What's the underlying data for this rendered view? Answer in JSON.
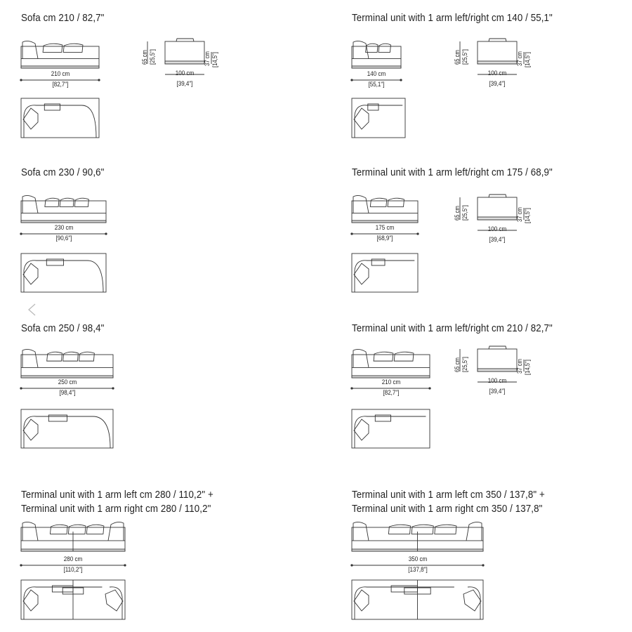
{
  "sections": [
    {
      "title": [
        "Sofa cm 210 / 82,7\""
      ],
      "width_cm": "210 cm",
      "width_in": "[82,7\"]",
      "depth_cm": "100 cm",
      "depth_in": "[39,4\"]",
      "height_cm": "65 cm",
      "height_in": "[25,5\"]",
      "seat_cm": "37 cm",
      "seat_in": "[14,5\"]"
    },
    {
      "title": [
        "Sofa cm 230 / 90,6\""
      ],
      "width_cm": "230 cm",
      "width_in": "[90,6\"]"
    },
    {
      "title": [
        "Sofa cm 250 / 98,4\""
      ],
      "width_cm": "250 cm",
      "width_in": "[98,4\"]"
    },
    {
      "title": [
        "Terminal unit with 1 arm left cm 280 / 110,2\" +",
        "Terminal unit with 1 arm right cm 280 / 110,2\""
      ],
      "width_cm": "280 cm",
      "width_in": "[110,2\"]"
    },
    {
      "title": [
        "Terminal unit with 1 arm left/right cm 140 / 55,1\""
      ],
      "width_cm": "140 cm",
      "width_in": "[55,1\"]",
      "depth_cm": "100 cm",
      "depth_in": "[39,4\"]",
      "height_cm": "65 cm",
      "height_in": "[25,5\"]",
      "seat_cm": "37 cm",
      "seat_in": "[14,5\"]"
    },
    {
      "title": [
        "Terminal unit with 1 arm left/right cm 175 / 68,9\""
      ],
      "width_cm": "175 cm",
      "width_in": "[68,9\"]",
      "depth_cm": "100 cm",
      "depth_in": "[39,4\"]",
      "height_cm": "65 cm",
      "height_in": "[25,5\"]",
      "seat_cm": "37 cm",
      "seat_in": "[14,5\"]"
    },
    {
      "title": [
        "Terminal unit with 1 arm left/right cm 210 / 82,7\""
      ],
      "width_cm": "210 cm",
      "width_in": "[82,7\"]",
      "depth_cm": "100 cm",
      "depth_in": "[39,4\"]",
      "height_cm": "65 cm",
      "height_in": "[25,5\"]",
      "seat_cm": "37 cm",
      "seat_in": "[14,5\"]"
    },
    {
      "title": [
        "Terminal unit with 1 arm left cm 350 / 137,8\" +",
        "Terminal unit with 1 arm right cm 350 / 137,8\""
      ],
      "width_cm": "350 cm",
      "width_in": "[137,8\"]"
    }
  ],
  "nav": {
    "prev_icon": "chevron-left-icon"
  }
}
